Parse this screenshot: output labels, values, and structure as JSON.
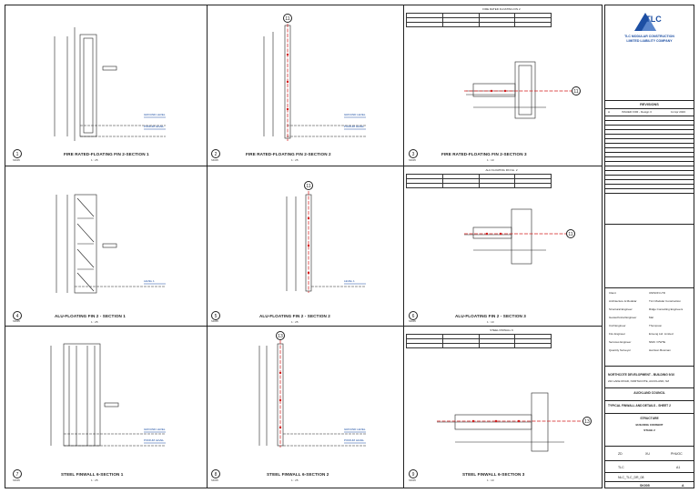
{
  "panels": [
    {
      "num": "1",
      "title": "FIRE RATED-FLOATING FIN 2-SECTION 1",
      "scale": "1 : 25",
      "sheet": "SK005"
    },
    {
      "num": "2",
      "title": "FIRE RATED-FLOATING FIN 2-SECTION 2",
      "scale": "1 : 25",
      "sheet": "SK005"
    },
    {
      "num": "3",
      "title": "FIRE RATED-FLOATING FIN 2-SECTION 3",
      "scale": "1 : 10",
      "sheet": "SK005"
    },
    {
      "num": "4",
      "title": "ALU-FLOATING FIN 2 - SECTION 1",
      "scale": "1 : 25",
      "sheet": "SK005"
    },
    {
      "num": "5",
      "title": "ALU-FLOATING FIN 2 - SECTION 2",
      "scale": "1 : 25",
      "sheet": "SK005"
    },
    {
      "num": "6",
      "title": "ALU-FLOATING FIN 2 - SECTION 3",
      "scale": "1 : 10",
      "sheet": "SK005"
    },
    {
      "num": "7",
      "title": "STEEL FINWALL 6-SECTION 1",
      "scale": "1 : 25",
      "sheet": "SK005"
    },
    {
      "num": "8",
      "title": "STEEL FINWALL 6-SECTION 2",
      "scale": "1 : 25",
      "sheet": "SK005"
    },
    {
      "num": "9",
      "title": "STEEL FINWALL 6-SECTION 3",
      "scale": "1 : 10",
      "sheet": "SK005"
    }
  ],
  "section_markers": {
    "fire": "11",
    "alu": "11",
    "steel": "13"
  },
  "levels": {
    "ground": "GROUND LEVEL",
    "podium": "PODIUM LEVEL",
    "level1": "LEVEL 1"
  },
  "schedules": [
    {
      "title": "FIRE RATED FLOATING FIN 2"
    },
    {
      "title": "ALU FLOATING FIN No. 2"
    },
    {
      "title": "STEEL FINWALL 6"
    }
  ],
  "titleblock": {
    "logo": "TLC",
    "company": "TLC MODULAR CONSTRUCTION",
    "company2": "LIMITED LIABILITY COMPANY",
    "revisions_title": "REVISIONS",
    "rev_entry": {
      "no": "A",
      "desc": "ISSUED FOR - Design 3",
      "date": "11 Apr 2023"
    },
    "project": "NORTHCOTE DEVELOPMENT - BUILDING 9/10",
    "address": "222 LAKE ROAD, NORTHCOTE, AUCKLAND, NZ",
    "council": "AUCKLAND COUNCIL",
    "drawing_title": "TYPICAL FINWALL AND DETAILS - SHEET 2",
    "discipline": "STRUCTURE",
    "stage": "BUILDING CONSENT",
    "stage2": "STAGE 2",
    "drawn": "ZD",
    "checked": "XU",
    "approved": "PHUOC",
    "company_code": "TLC",
    "size": "A1",
    "code": "NLC_TLC_DR_08",
    "sheet_no": "SK005",
    "revision": "A"
  },
  "consultants": [
    {
      "role": "Client",
      "name": "UNISON LTD"
    },
    {
      "role": "Architecture & Modular",
      "name": "TLC Modular Construction"
    },
    {
      "role": "Structural Engineer",
      "name": "Ridge Consulting Engineers"
    },
    {
      "role": "Geotechnical Engineer",
      "name": "Mal"
    },
    {
      "role": "Civil Engineer",
      "name": "Thompson"
    },
    {
      "role": "Fire Engineer",
      "name": "Enveng Ltd. Limited"
    },
    {
      "role": "Services Engineer",
      "name": "NMO / PWTE"
    },
    {
      "role": "Quantity Surveyor",
      "name": "Harrison Bowman"
    }
  ]
}
